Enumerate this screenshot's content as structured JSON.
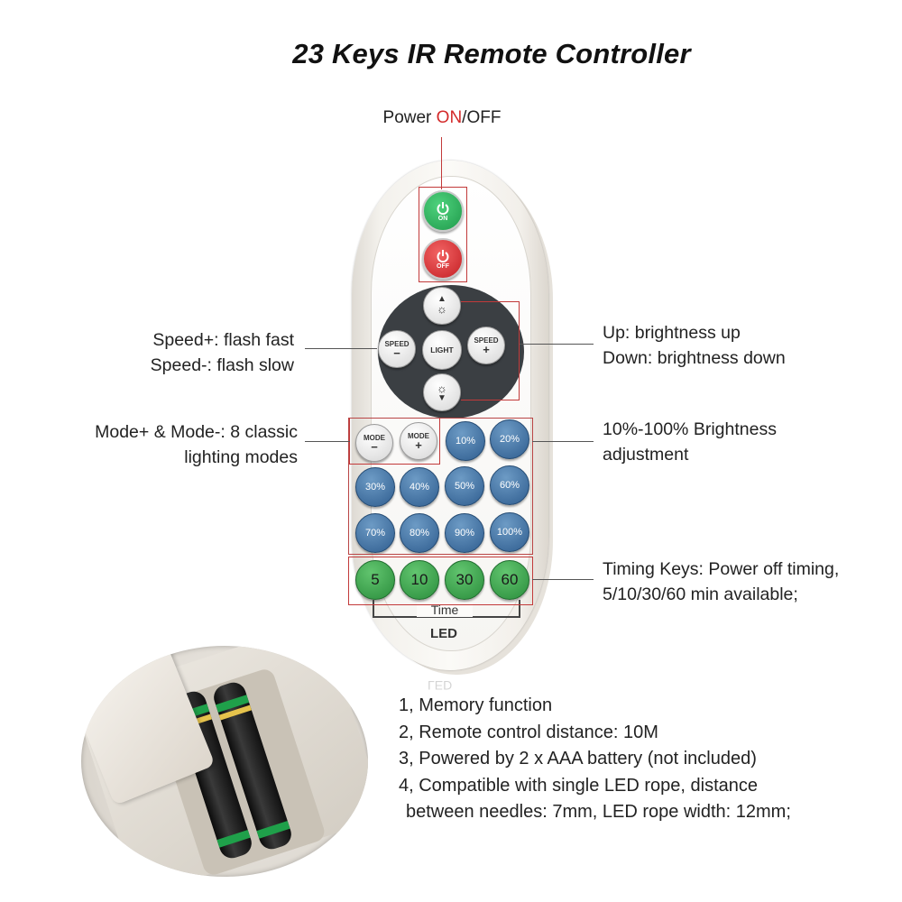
{
  "title": "23 Keys IR Remote Controller",
  "power": {
    "prefix": "Power ",
    "on": "ON",
    "suffix": "/OFF"
  },
  "buttons": {
    "on": "ON",
    "off": "OFF",
    "speed_minus": {
      "label": "SPEED",
      "sign": "−"
    },
    "speed_plus": {
      "label": "SPEED",
      "sign": "+"
    },
    "light": "LIGHT",
    "mode_minus": {
      "label": "MODE",
      "sign": "−"
    },
    "mode_plus": {
      "label": "MODE",
      "sign": "+"
    },
    "brightness": [
      "10%",
      "20%",
      "30%",
      "40%",
      "50%",
      "60%",
      "70%",
      "80%",
      "90%",
      "100%"
    ],
    "timing": [
      "5",
      "10",
      "30",
      "60"
    ],
    "time_label": "Time",
    "led_label": "LED"
  },
  "callouts": {
    "speed": [
      "Speed+: flash fast",
      "Speed-: flash slow"
    ],
    "mode": [
      "Mode+ & Mode-: 8 classic",
      "lighting modes"
    ],
    "up_down": [
      "Up: brightness up",
      "Down: brightness down"
    ],
    "brightness": [
      "10%-100% Brightness",
      "adjustment"
    ],
    "timing": [
      "Timing Keys: Power off timing,",
      "5/10/30/60 min available;"
    ]
  },
  "features": [
    "1, Memory function",
    "2, Remote control distance: 10M",
    "3, Powered by 2 x AAA battery (not included)",
    "4, Compatible with single LED rope, distance",
    "between needles: 7mm, LED rope width: 12mm;"
  ],
  "colors": {
    "accent_red": "#d32a2a",
    "outline_red": "#c23a3a",
    "brightness_blue": "#2f5d8f",
    "timing_green": "#2a8d3c"
  },
  "icons": [
    "power-icon",
    "brightness-up-icon",
    "brightness-down-icon"
  ]
}
